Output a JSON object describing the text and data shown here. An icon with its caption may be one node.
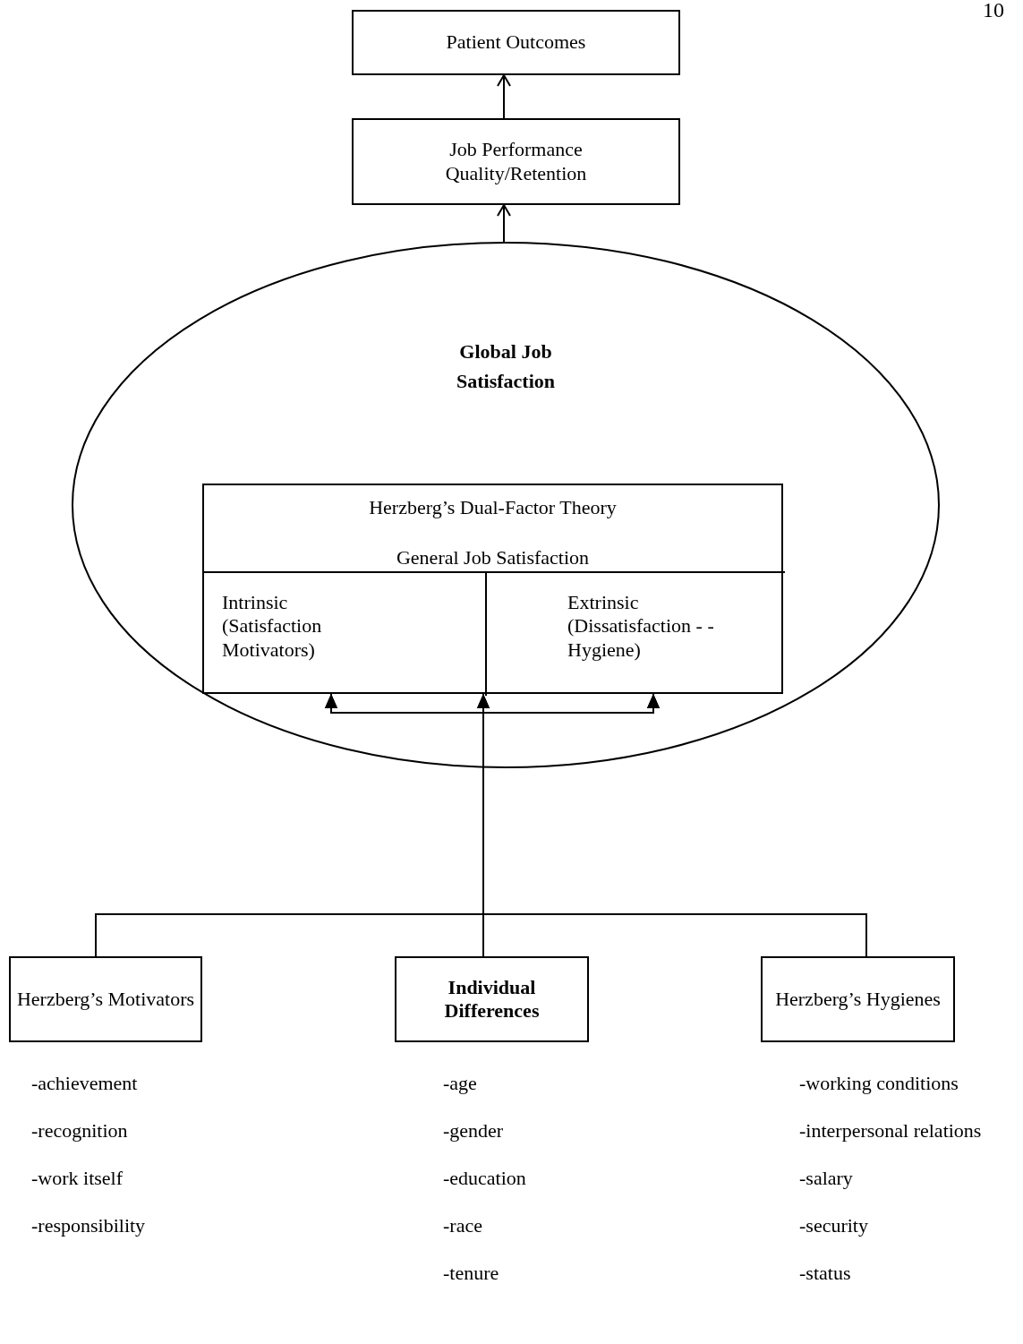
{
  "diagram": {
    "nodes": [
      {
        "text": [
          "Patient Outcomes"
        ]
      },
      {
        "text": [
          "Job Performance Quality/Retention"
        ]
      },
      {
        "text": [
          "Global Job Satisfaction"
        ]
      },
      {
        "text": [
          "Herzberg’s Dual-Factor Theory",
          "General Job Satisfaction"
        ],
        "in": 2
      },
      {
        "text": [
          "Intrinsic (Satisfaction Motivators)"
        ],
        "in": 3
      },
      {
        "text": [
          "Extrinsic (Dissatisfaction - -Hygiene)"
        ],
        "in": 3
      },
      {
        "text": [
          "Herzberg’s Motivators"
        ],
        "beside": [
          "-achievement",
          "-recognition",
          "-work itself",
          "-responsibility"
        ]
      },
      {
        "text": [
          "Individual Differences"
        ],
        "beside": [
          "-age",
          "-gender",
          "-education",
          "-race",
          "-tenure"
        ]
      },
      {
        "text": [
          "Herzberg’s Hygienes"
        ],
        "beside": [
          "-working conditions",
          "-interpersonal relations",
          "-salary",
          "-security",
          "-status"
        ]
      }
    ],
    "edges": [
      {
        "from": 1,
        "to": 0,
        "arrow": "to"
      },
      {
        "from": 2,
        "to": 1,
        "arrow": "to"
      },
      {
        "from": 6,
        "to": 4,
        "arrow": "to"
      },
      {
        "from": 6,
        "to": 3,
        "arrow": "to"
      },
      {
        "from": 6,
        "to": 5,
        "arrow": "to"
      },
      {
        "from": 7,
        "to": 4,
        "arrow": "to"
      },
      {
        "from": 7,
        "to": 3,
        "arrow": "to"
      },
      {
        "from": 7,
        "to": 5,
        "arrow": "to"
      },
      {
        "from": 8,
        "to": 4,
        "arrow": "to"
      },
      {
        "from": 8,
        "to": 3,
        "arrow": "to"
      },
      {
        "from": 8,
        "to": 5,
        "arrow": "to"
      }
    ],
    "labels": [
      "10"
    ]
  }
}
